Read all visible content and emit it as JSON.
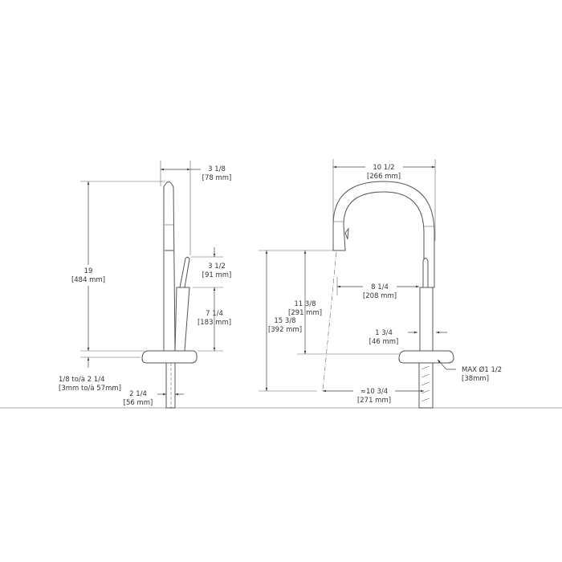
{
  "side_view": {
    "height": {
      "in": "19",
      "mm": "[484 mm]"
    },
    "depth": {
      "in": "3 1/8",
      "mm": "[78 mm]"
    },
    "handle": {
      "in": "3 1/2",
      "mm": "[91 mm]"
    },
    "body": {
      "in": "7 1/4",
      "mm": "[183 mm]"
    },
    "deck_thickness": {
      "in": "1/8 to/à 2 1/4",
      "mm": "[3mm to/à 57mm]"
    },
    "shank": {
      "in": "2 1/4",
      "mm": "[56 mm]"
    }
  },
  "front_view": {
    "reach_total": {
      "in": "10 1/2",
      "mm": "[266 mm]"
    },
    "spout_height": {
      "in": "15 3/8",
      "mm": "[392 mm]"
    },
    "clearance": {
      "in": "11 3/8",
      "mm": "[291 mm]"
    },
    "reach": {
      "in": "8 1/4",
      "mm": "[208 mm]"
    },
    "body_width": {
      "in": "1 3/4",
      "mm": "[46 mm]"
    },
    "spray_reach": {
      "in": "≈10 3/4",
      "mm": "[271 mm]"
    },
    "hole": {
      "in": "MAX Ø1 1/2",
      "mm": "[38mm]"
    }
  },
  "colors": {
    "lines": "#555555",
    "floor": "#bbbbbb",
    "text": "#333333"
  }
}
